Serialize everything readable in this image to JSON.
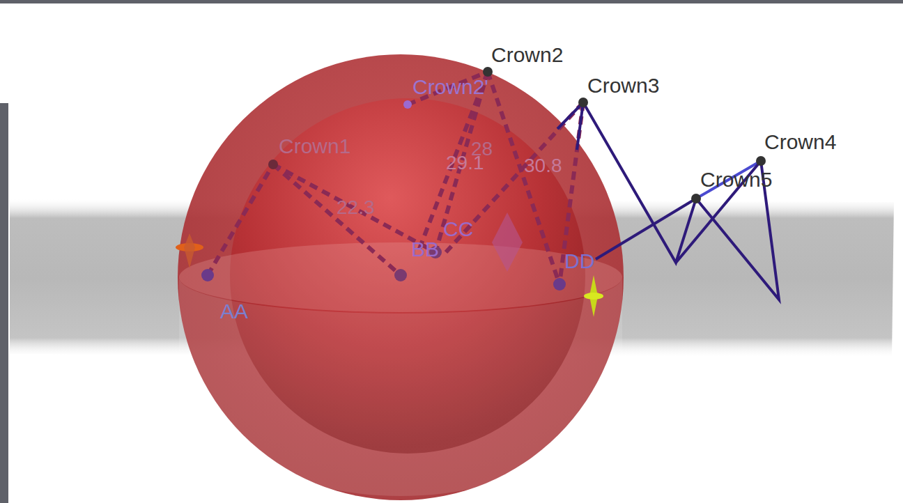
{
  "diagram": {
    "labels": [
      "Crown2",
      "Crown2'",
      "Crown3",
      "Crown1",
      "Crown4",
      "Crown5",
      "28",
      "29.1",
      "30.8",
      "22.3",
      "CC",
      "BB",
      "DD",
      "AA"
    ]
  }
}
